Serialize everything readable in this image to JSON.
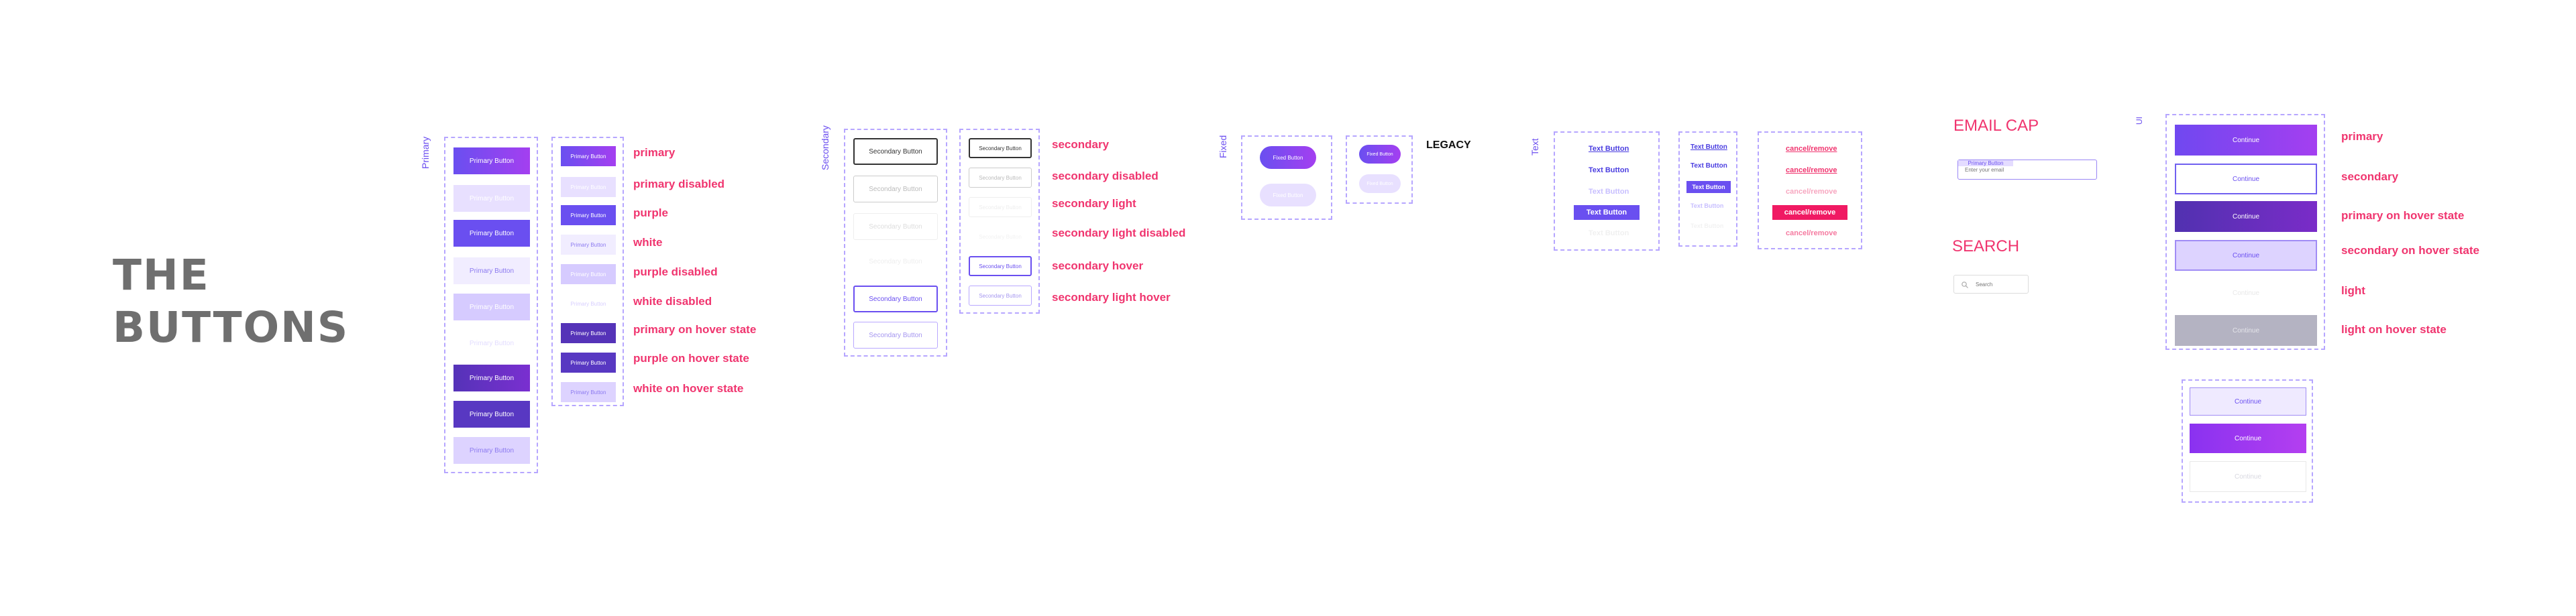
{
  "page_title": [
    "THE",
    "BUTTONS"
  ],
  "sections": {
    "primary": "Primary",
    "secondary": "Secondary",
    "fixed": "Fixed",
    "text": "Text",
    "ui": "UI"
  },
  "primary_button": "Primary Button",
  "secondary_button": "Secondary Button",
  "fixed_button": "Fixed Button",
  "text_button": "Text Button",
  "cancel_remove": "cancel/remove",
  "continue_label": "Continue",
  "legacy": "LEGACY",
  "primary_labels": [
    "primary",
    "primary disabled",
    "purple",
    "white",
    "purple disabled",
    "white disabled",
    "primary on hover state",
    "purple on hover state",
    "white on hover state"
  ],
  "secondary_labels": [
    "secondary",
    "secondary disabled",
    "secondary light",
    "secondary light disabled",
    "secondary hover",
    "secondary light hover"
  ],
  "ui_labels": [
    "primary",
    "secondary",
    "primary on hover state",
    "secondary on hover state",
    "light",
    "light on hover state"
  ],
  "email_cap": {
    "heading": "EMAIL CAP",
    "placeholder": "Enter your email",
    "button": "Primary Button"
  },
  "search": {
    "heading": "SEARCH",
    "placeholder": "Search"
  },
  "colors": {
    "accent": "#6a4ff0",
    "label_pink": "#f0356f",
    "frame_dash": "#b6a6ff"
  }
}
